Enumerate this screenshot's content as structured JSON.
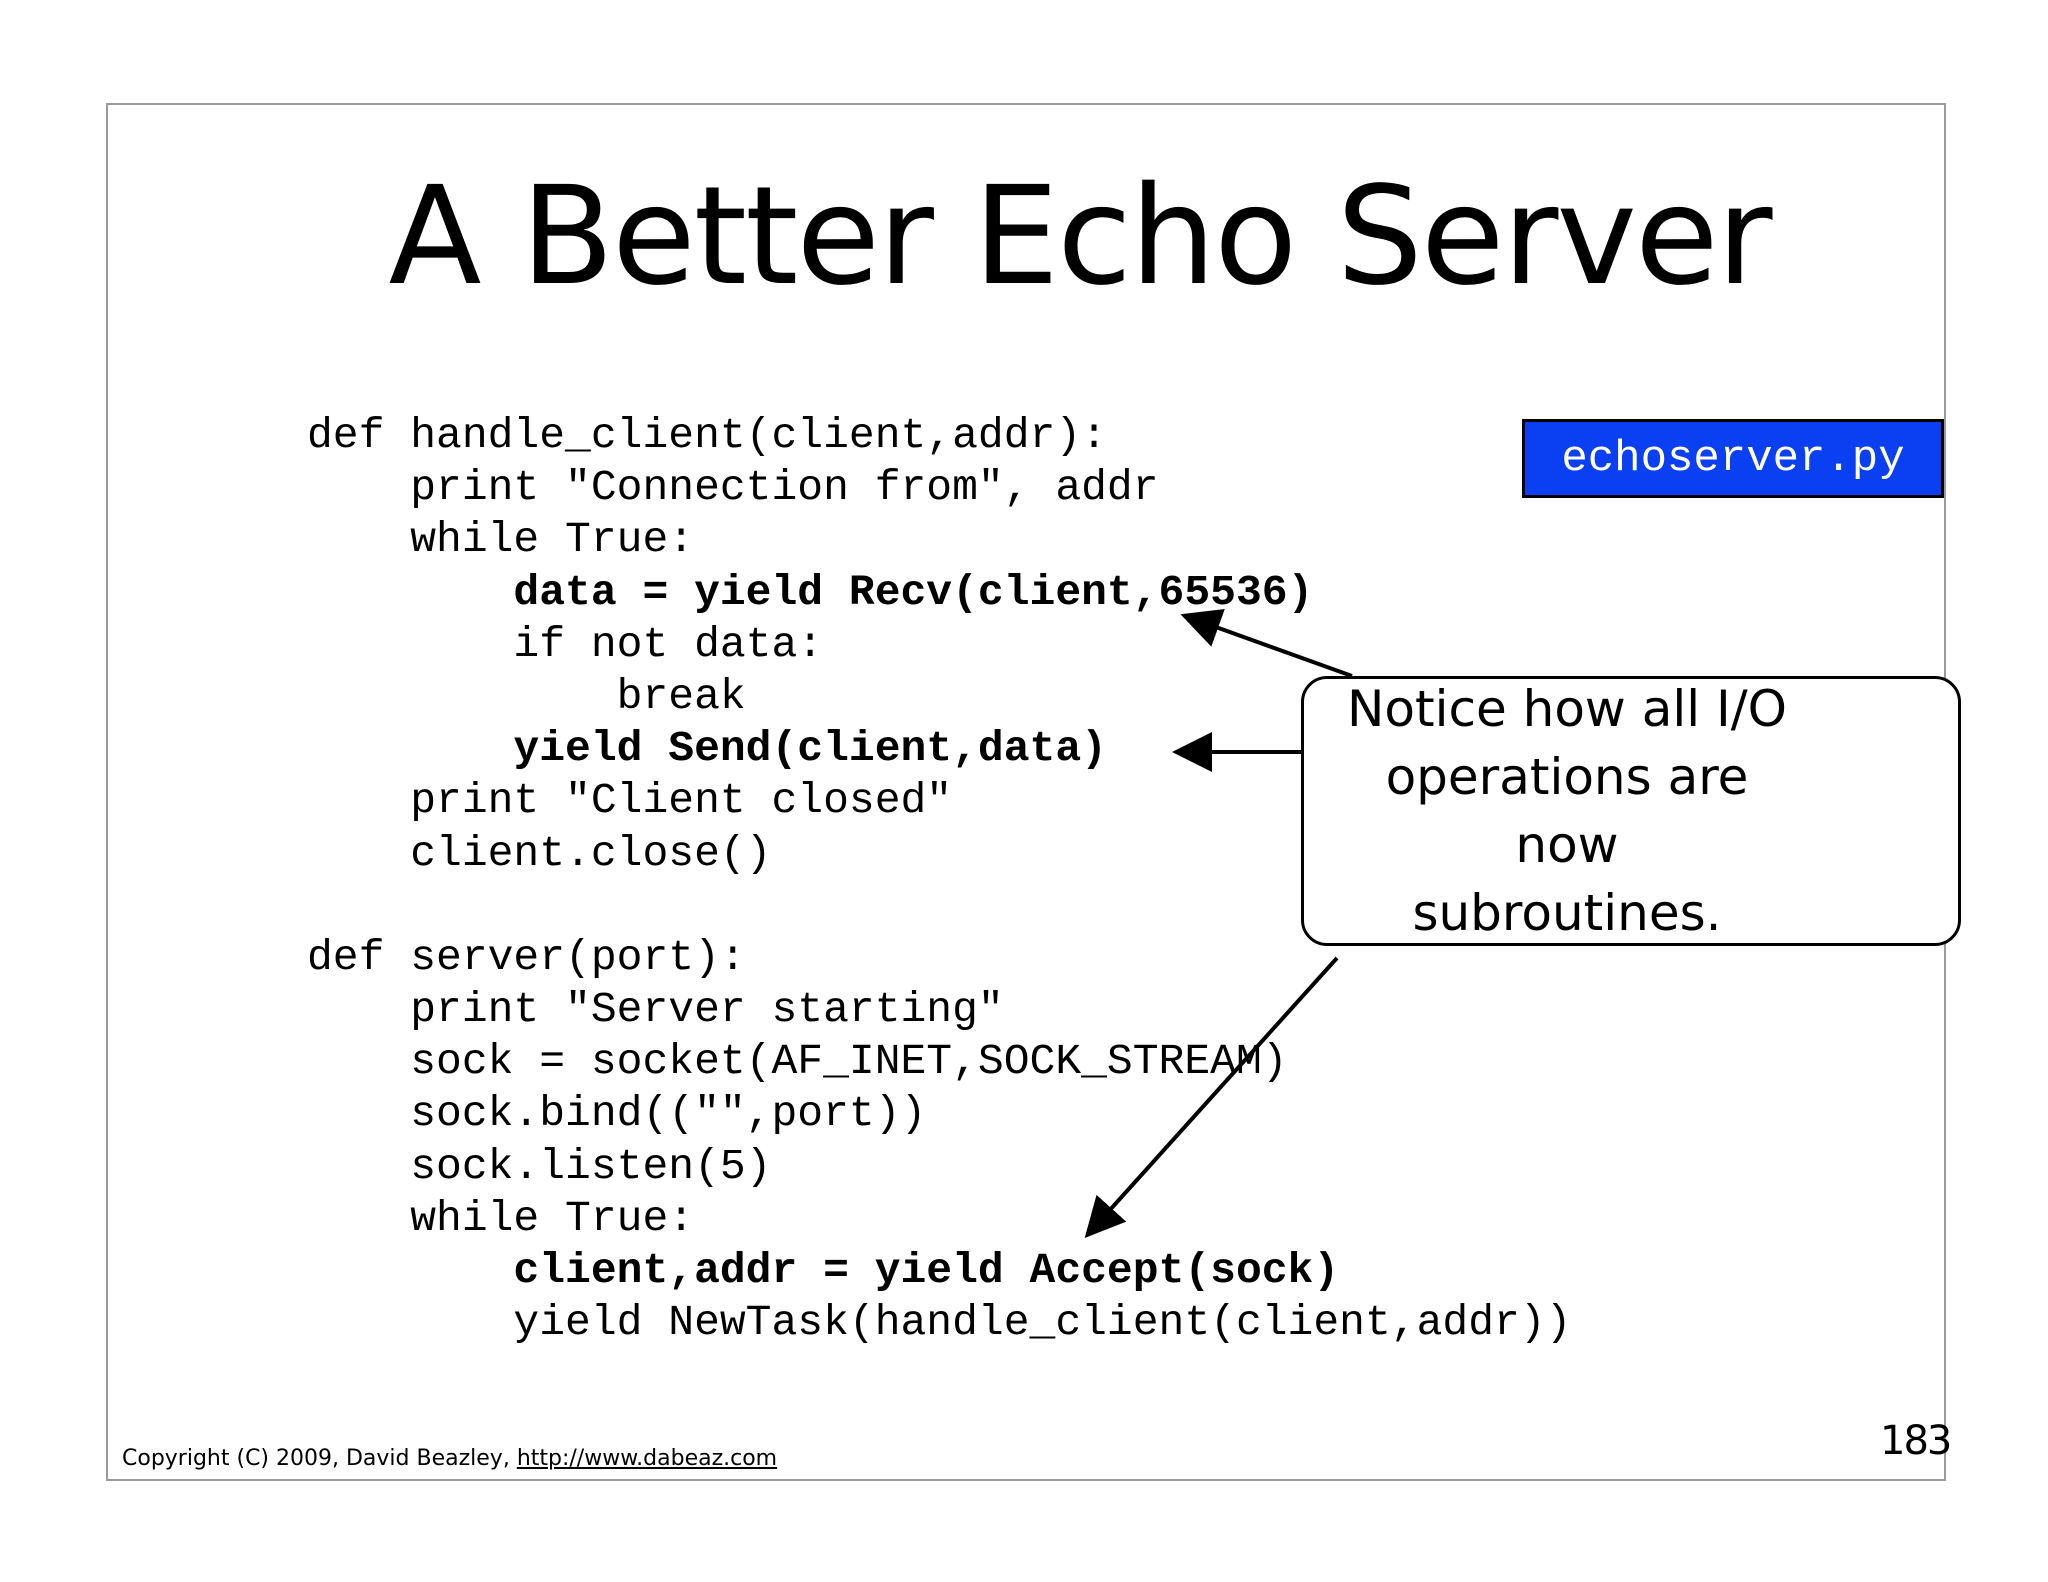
{
  "slide": {
    "title": "A Better Echo Server",
    "file_badge": "echoserver.py",
    "code_lines": [
      [
        {
          "text": "def handle_client(client,addr):",
          "bold": false
        }
      ],
      [
        {
          "text": "    print \"Connection from\", addr",
          "bold": false
        }
      ],
      [
        {
          "text": "    while True:",
          "bold": false
        }
      ],
      [
        {
          "text": "        data = yield Recv(client,65536)",
          "bold": true
        }
      ],
      [
        {
          "text": "        if not data:",
          "bold": false
        }
      ],
      [
        {
          "text": "            break",
          "bold": false
        }
      ],
      [
        {
          "text": "        yield Send(client,data)",
          "bold": true
        }
      ],
      [
        {
          "text": "    print \"Client closed\"",
          "bold": false
        }
      ],
      [
        {
          "text": "    client.close()",
          "bold": false
        }
      ],
      [
        {
          "text": "",
          "bold": false
        }
      ],
      [
        {
          "text": "def server(port):",
          "bold": false
        }
      ],
      [
        {
          "text": "    print \"Server starting\"",
          "bold": false
        }
      ],
      [
        {
          "text": "    sock = socket(AF_INET,SOCK_STREAM)",
          "bold": false
        }
      ],
      [
        {
          "text": "    sock.bind((\"\",port))",
          "bold": false
        }
      ],
      [
        {
          "text": "    sock.listen(5)",
          "bold": false
        }
      ],
      [
        {
          "text": "    while True:",
          "bold": false
        }
      ],
      [
        {
          "text": "        client,addr = yield Accept(sock)",
          "bold": true
        }
      ],
      [
        {
          "text": "        yield NewTask(handle_client(client,addr))",
          "bold": false
        }
      ]
    ],
    "callout_lines": [
      "Notice how all I/O",
      "operations are now",
      "subroutines."
    ],
    "footer": {
      "copyright": "Copyright (C) 2009,  David Beazley, ",
      "link": "http://www.dabeaz.com"
    },
    "page_number": "183"
  },
  "colors": {
    "badge_background": "#0a3ff2",
    "badge_text": "#ffffff",
    "frame_border": "#9a9a9a"
  }
}
